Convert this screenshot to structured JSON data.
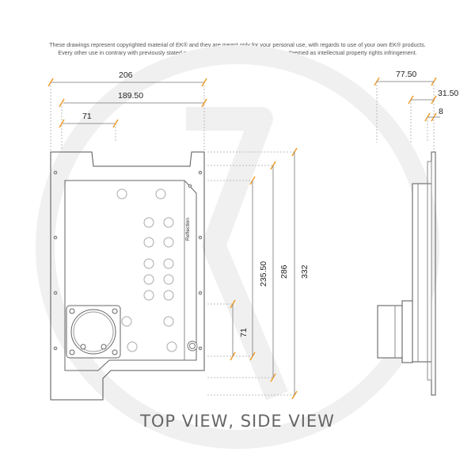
{
  "disclaimer": {
    "line1": "These drawings represent copyrighted material of EK® and they are meant only for your personal use, with regards to use of your own EK® products.",
    "line2": "Every other use in contrary with previously stated personal and non commercial use will be deemed as intellectual property rights infringement."
  },
  "top_view_dims": {
    "width_total": "206",
    "width_inner": "189.50",
    "width_offset": "71",
    "height_total": "332",
    "height_mid": "286",
    "height_inner": "235.50",
    "height_small": "71"
  },
  "side_view_dims": {
    "depth_total": "77.50",
    "depth_mid": "31.50",
    "depth_small": "8"
  },
  "board_label": "Reflection",
  "caption": "TOP VIEW, SIDE VIEW",
  "colors": {
    "accent": "#f0a030",
    "line": "#555555",
    "watermark": "#eeeeee"
  }
}
